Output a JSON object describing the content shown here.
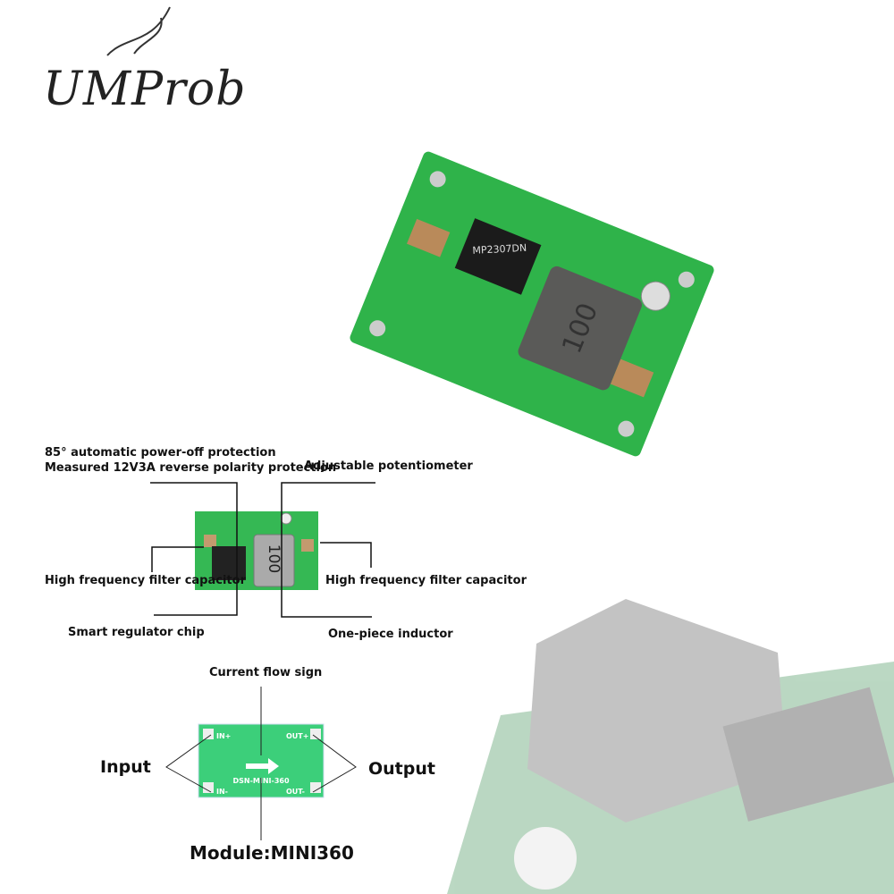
{
  "brand": {
    "logo_text": "UMProb"
  },
  "product_photo": {
    "inductor_marking": "100",
    "chip_marking": "MP2307DN"
  },
  "annotated_diagram": {
    "labels": {
      "thermal": "85° automatic power-off protection",
      "reverse": "Measured 12V3A reverse polarity protection",
      "potentiometer": "Adjustable potentiometer",
      "cap_left": "High frequency filter capacitor",
      "cap_right": "High frequency filter capacitor",
      "chip": "Smart regulator chip",
      "inductor": "One-piece inductor"
    },
    "inductor_marking": "100"
  },
  "back_diagram": {
    "current_flow": "Current flow sign",
    "input": "Input",
    "output": "Output",
    "module": "Module:MINI360",
    "silkscreen": {
      "in_plus": "IN+",
      "in_minus": "IN-",
      "out_plus": "OUT+",
      "out_minus": "OUT-",
      "board": "DSN-MINI-360"
    }
  },
  "colors": {
    "pcb": "#2fb34a",
    "pcb_back": "#3ccf7a",
    "inductor": "#5a5a58"
  }
}
